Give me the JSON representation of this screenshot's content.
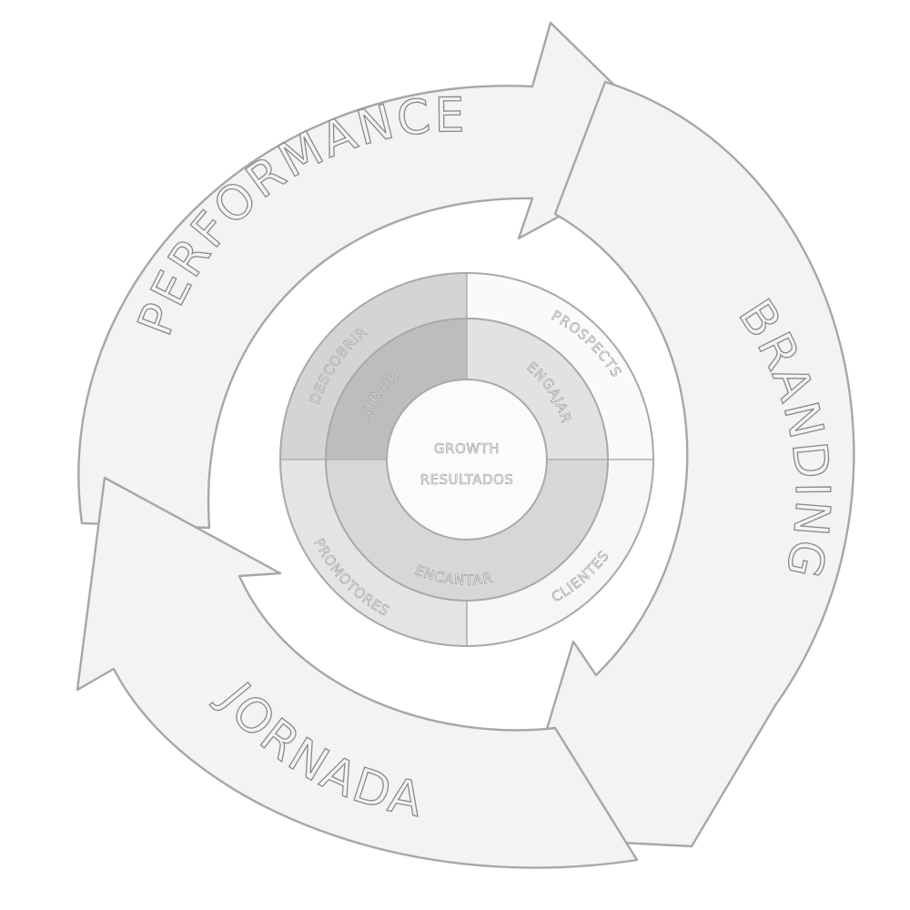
{
  "cycle": {
    "arrows": [
      {
        "id": "performance",
        "label": "PERFORMANCE"
      },
      {
        "id": "branding",
        "label": "BRANDING"
      },
      {
        "id": "jornada",
        "label": "JORNADA"
      }
    ]
  },
  "funnel": {
    "outer_ring": {
      "top_left": "DESCOBRIR",
      "top_right": "PROSPECTS",
      "bottom_left": "PROMOTORES",
      "bottom_right": "CLIENTES"
    },
    "middle_ring": {
      "top_left": "ATRAIR",
      "top_right": "ENGAJAR",
      "bottom": "ENCANTAR"
    },
    "center": {
      "line1": "GROWTH",
      "line2": "RESULTADOS"
    }
  },
  "colors": {
    "arrow_fill": "#f3f3f3",
    "outline": "#a7a7a7",
    "quadrant_dark": "#c2c2c2",
    "quadrant_mid": "#d6d6d6",
    "quadrant_light": "#e6e6e6",
    "quadrant_white": "#fafafa"
  }
}
